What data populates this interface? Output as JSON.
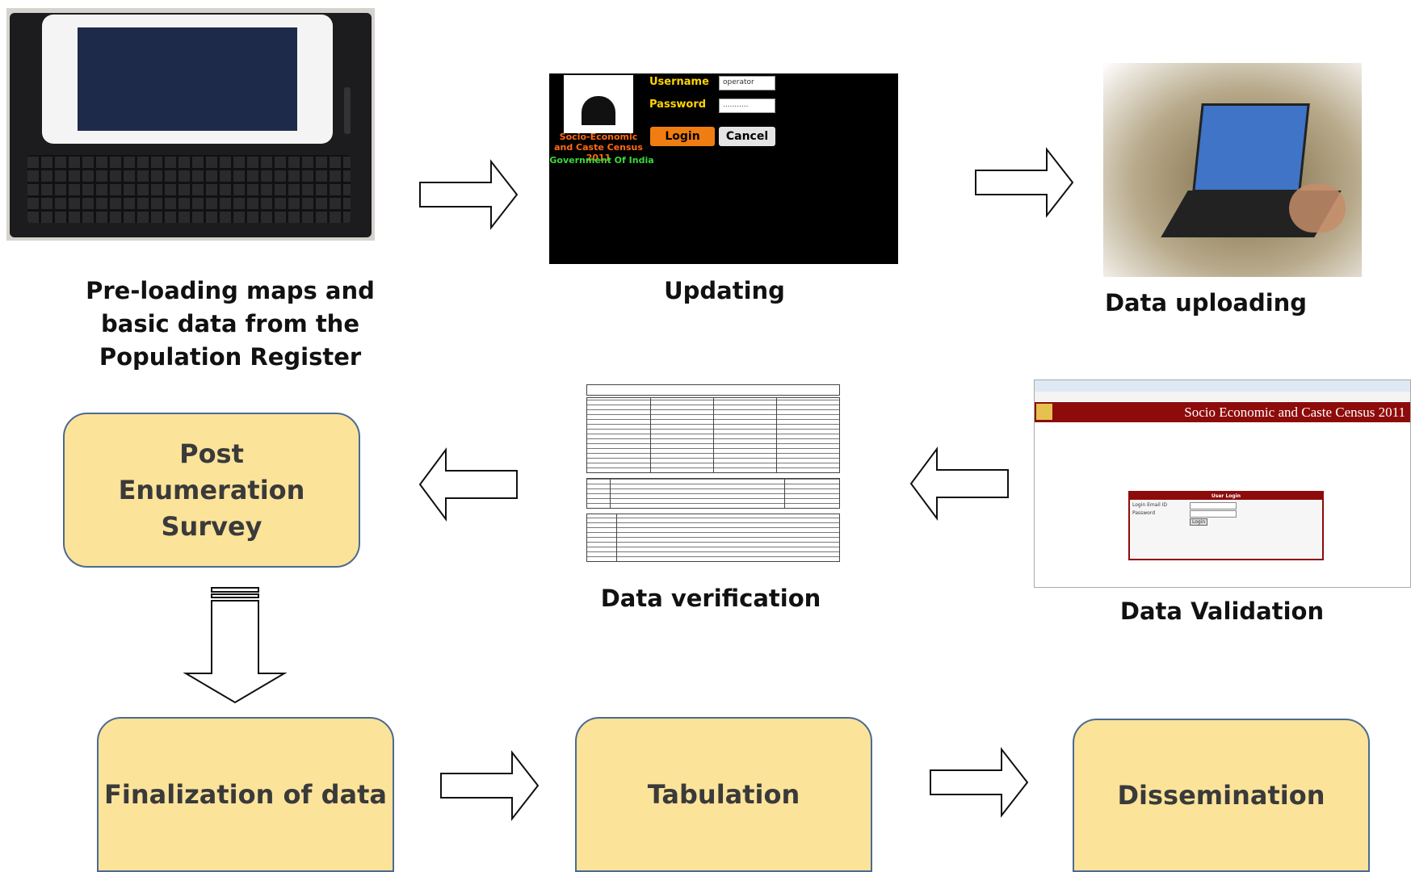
{
  "images": {
    "login_screen": {
      "username_label": "Username",
      "username_value": "operator",
      "password_label": "Password",
      "password_value": "...........",
      "login_button": "Login",
      "cancel_button": "Cancel",
      "org_name": "Socio-Economic and Caste Census 2011",
      "org_sub": "Government Of India"
    },
    "web_page": {
      "banner_title": "Socio Economic and Caste Census 2011",
      "login_box_title": "User Login",
      "email_label": "Login Email ID",
      "password_label": "Password",
      "login_button": "Login"
    }
  },
  "captions": {
    "preloading": "Pre-loading maps and basic data from the Population Register",
    "updating": "Updating",
    "uploading": "Data uploading",
    "verification": "Data verification",
    "validation": "Data Validation"
  },
  "boxes": {
    "post_enumeration": "Post Enumeration Survey",
    "finalization": "Finalization of data",
    "tabulation": "Tabulation",
    "dissemination": "Dissemination"
  },
  "colors": {
    "box_fill": "#fbe39a",
    "box_border": "#4b6a93",
    "banner": "#8e0b0b",
    "login_label": "#ffd400",
    "org_orange": "#ff6a13",
    "org_green": "#3cd83c"
  }
}
